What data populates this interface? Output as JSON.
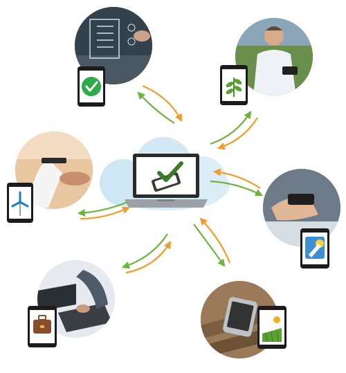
{
  "scene": {
    "hub": {
      "device": "laptop",
      "icon": "checkmark-phone-icon",
      "background": "cloud"
    },
    "nodes": [
      {
        "name": "checklist-hologram-photo",
        "device_icon": "green-check-icon"
      },
      {
        "name": "scientist-tablet-photo",
        "device_icon": "plant-leaves-icon"
      },
      {
        "name": "handshake-photo",
        "device_icon": "wind-turbine-icon"
      },
      {
        "name": "smartphone-photo",
        "device_icon": "weather-app-icon"
      },
      {
        "name": "laptop-tablet-desk-photo",
        "device_icon": "briefcase-icon"
      },
      {
        "name": "field-phone-photo",
        "device_icon": "sun-field-icon"
      }
    ]
  },
  "colors": {
    "arrow_orange": "#f39c2b",
    "arrow_green": "#6cb33f",
    "cloud": "#d9ecf7",
    "check_green": "#2eaa4a",
    "screen_dark": "#1f1f1f"
  }
}
